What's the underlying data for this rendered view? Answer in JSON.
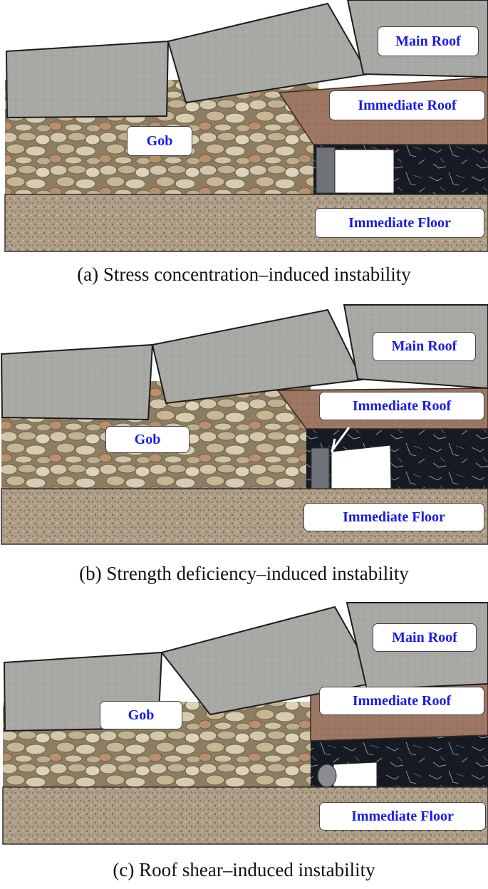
{
  "labels": {
    "main_roof": "Main Roof",
    "immediate_roof": "Immediate Roof",
    "gob": "Gob",
    "immediate_floor": "Immediate Floor"
  },
  "panels": [
    {
      "caption": "(a) Stress concentration–induced instability"
    },
    {
      "caption": "(b) Strength deficiency–induced instability"
    },
    {
      "caption": "(c) Roof shear–induced instability"
    }
  ],
  "colors": {
    "main_roof": "#a9a9a6",
    "immediate_roof": "#9c7462",
    "coal": "#151a22",
    "gob_rock": "#c9bc9d",
    "floor": "#ad9c85",
    "label_text": "#1a1ae6"
  }
}
